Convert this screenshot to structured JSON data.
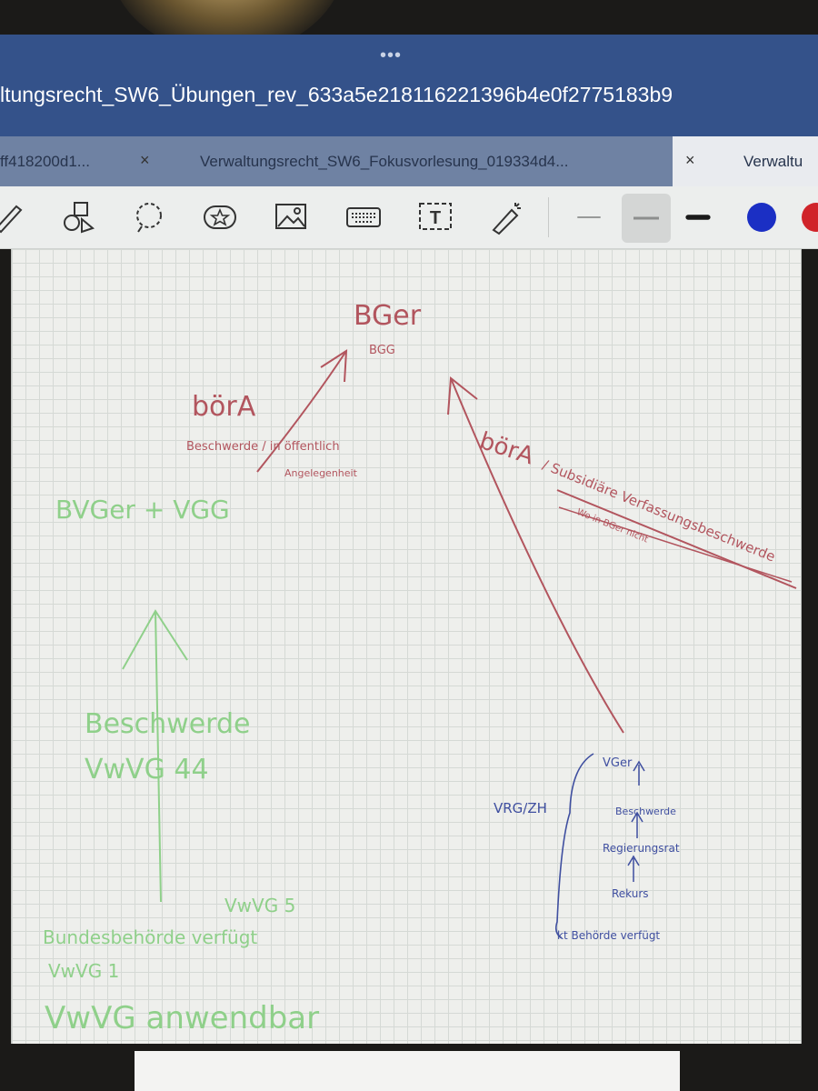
{
  "window": {
    "menu_dots": "•••",
    "doc_title": "ltungsrecht_SW6_Übungen_rev_633a5e218116221396b4e0f2775183b9"
  },
  "tabs": [
    {
      "label": "ff418200d1...",
      "close": "×"
    },
    {
      "label": "Verwaltungsrecht_SW6_Fokusvorlesung_019334d4...",
      "close": "×"
    },
    {
      "label": "Verwaltu",
      "close": ""
    }
  ],
  "toolbar": {
    "tools": [
      "pencil-icon",
      "shapes-icon",
      "lasso-icon",
      "sticker-icon",
      "image-icon",
      "keyboard-icon",
      "text-box-icon",
      "laser-pointer-icon"
    ],
    "text_tool_glyph": "T",
    "pen_widths": [
      "thin",
      "medium",
      "thick"
    ],
    "colors": [
      "#1b2fc4",
      "#d0242a"
    ]
  },
  "notes": {
    "red": {
      "bger": "BGer",
      "bgg": "BGG",
      "boera_left": "börA",
      "beschwerde_left": "Beschwerde / in öffentlich",
      "angelegenheit": "Angelegenheit",
      "boera_right": "börA",
      "subsidiaere": "/ Subsidiäre Verfassungsbeschwerde",
      "subsidiaere_sub": "Wo in BGer nicht"
    },
    "green": {
      "bvger_vgg": "BVGer + VGG",
      "beschwerde": "Beschwerde",
      "vwvg44": "VwVG 44",
      "vwvg5": "VwVG 5",
      "bundesbehoerde": "Bundesbehörde verfügt",
      "vwvg1": "VwVG 1",
      "vwvg_anwendbar": "VwVG anwendbar"
    },
    "blue": {
      "vrg_zh": "VRG/ZH",
      "vger": "VGer",
      "beschwerde": "Beschwerde",
      "regierungsrat": "Regierungsrat",
      "rekurs": "Rekurs",
      "behoerde": "kt Behörde verfügt"
    }
  }
}
